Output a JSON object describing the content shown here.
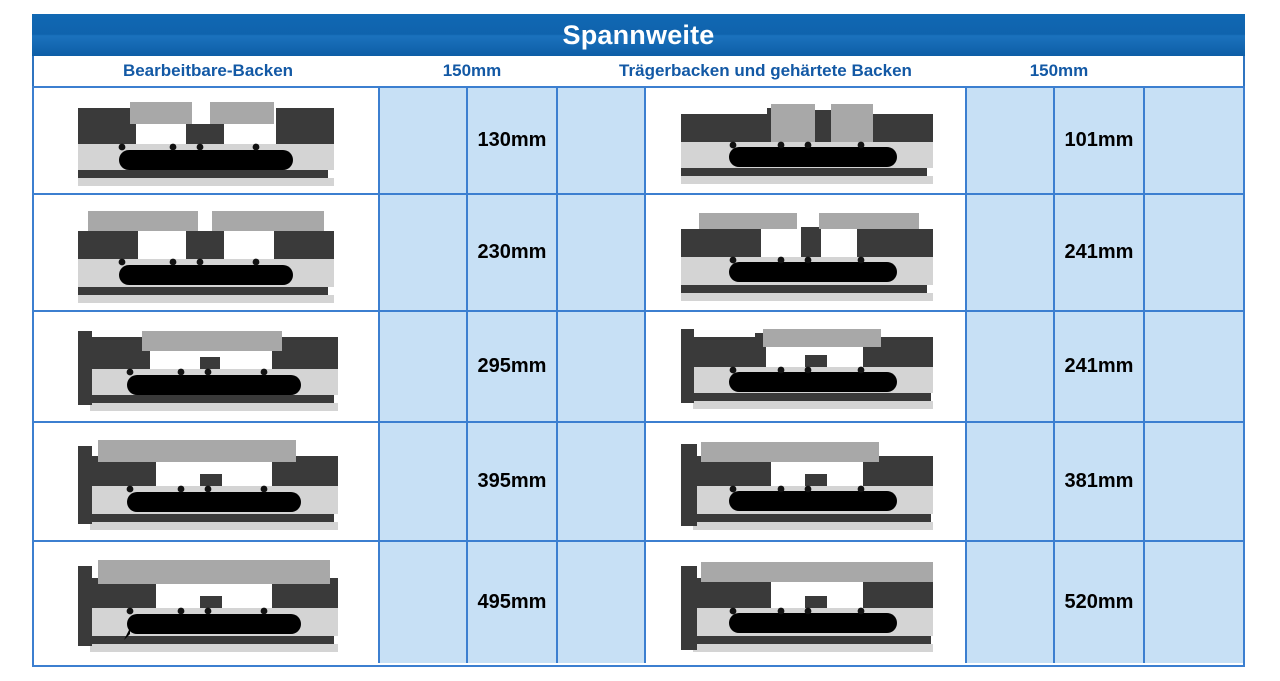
{
  "title": "Spannweite",
  "headers": {
    "left_group": "Bearbeitbare-Backen",
    "left_size": "150mm",
    "right_group": "Trägerbacken und gehärtete Backen",
    "right_size": "150mm"
  },
  "colors": {
    "title_bar": "#0f63ad",
    "header_text": "#1359a5",
    "grid_line": "#3c7fd0",
    "cell_fill": "#c7e0f5",
    "jaw_dark": "#3a3a3a",
    "jaw_light": "#a8a8a8",
    "body_light": "#d4d4d4",
    "screw_black": "#000000"
  },
  "rows": [
    {
      "left_figure": "vise-jaws-closed-step-blocks",
      "left_value": "130mm",
      "right_figure": "vise-hardened-jaws-closed",
      "right_value": "101mm"
    },
    {
      "left_figure": "vise-jaws-open-medium",
      "left_value": "230mm",
      "right_figure": "vise-hardened-jaws-open-medium",
      "right_value": "241mm"
    },
    {
      "left_figure": "vise-jaws-wide-single-plate",
      "left_value": "295mm",
      "right_figure": "vise-hardened-jaws-wide-single-plate",
      "right_value": "241mm"
    },
    {
      "left_figure": "vise-jaws-extended-left-rail",
      "left_value": "395mm",
      "right_figure": "vise-hardened-jaws-extended",
      "right_value": "381mm"
    },
    {
      "left_figure": "vise-jaws-max-span",
      "left_value": "495mm",
      "right_figure": "vise-hardened-jaws-max-span",
      "right_value": "520mm"
    }
  ]
}
